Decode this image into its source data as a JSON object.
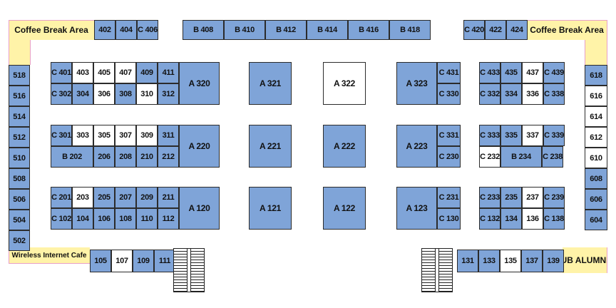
{
  "colors": {
    "booth_reserved": "#7fa4d8",
    "booth_open": "#ffffff",
    "area_fill": "#fff3a8",
    "area_border": "#e8a0c8"
  },
  "areas": {
    "coffee_left": "Coffee Break Area",
    "coffee_right": "Coffee Break Area",
    "wifi": "Wireless Internet Cafe",
    "alumni": "UB ALUMNI"
  },
  "booths": {
    "b402": "402",
    "b404": "404",
    "c406": "C 406",
    "b408": "B 408",
    "b410": "B 410",
    "b412": "B 412",
    "b414": "B 414",
    "b416": "B 416",
    "b418": "B 418",
    "c420": "C 420",
    "b422": "422",
    "b424": "424",
    "b518": "518",
    "b516": "516",
    "b514": "514",
    "b512": "512",
    "b510": "510",
    "b508": "508",
    "b506": "506",
    "b504": "504",
    "b502": "502",
    "c401": "C 401",
    "b403": "403",
    "b405": "405",
    "b407": "407",
    "b409": "409",
    "b411": "411",
    "c302": "C 302",
    "b304": "304",
    "b306": "306",
    "b308": "308",
    "b310": "310",
    "b312": "312",
    "c301": "C 301",
    "b303": "303",
    "b305": "305",
    "b307": "307",
    "b309": "309",
    "b311": "311",
    "b202": "B 202",
    "b206": "206",
    "b208": "208",
    "b210": "210",
    "b212": "212",
    "c201": "C 201",
    "b203": "203",
    "b205": "205",
    "b207": "207",
    "b209": "209",
    "b211": "211",
    "c102": "C 102",
    "b104": "104",
    "b106": "106",
    "b108": "108",
    "b110": "110",
    "b112": "112",
    "a320": "A 320",
    "a220": "A 220",
    "a120": "A 120",
    "a321": "A 321",
    "a221": "A 221",
    "a121": "A 121",
    "a322": "A 322",
    "a222": "A 222",
    "a122": "A 122",
    "a323": "A 323",
    "a223": "A 223",
    "a123": "A 123",
    "c431": "C 431",
    "c330": "C 330",
    "c331": "C 331",
    "c230": "C 230",
    "c231": "C 231",
    "c130": "C 130",
    "c433": "C 433",
    "b435": "435",
    "b437": "437",
    "c439": "C 439",
    "c332": "C 332",
    "b334": "334",
    "b336": "336",
    "c338": "C 338",
    "c333": "C 333",
    "b335": "335",
    "b337": "337",
    "c339": "C 339",
    "c232": "C 232",
    "b234": "B 234",
    "c238": "C 238",
    "c233": "C 233",
    "b235": "235",
    "b237": "237",
    "c239": "C 239",
    "c132": "C 132",
    "b134": "134",
    "b136": "136",
    "c138": "C 138",
    "b618": "618",
    "b616": "616",
    "b614": "614",
    "b612": "612",
    "b610": "610",
    "b608": "608",
    "b606": "606",
    "b604": "604",
    "b105": "105",
    "b107": "107",
    "b109": "109",
    "b111": "111",
    "b131": "131",
    "b133": "133",
    "b135": "135",
    "b137": "137",
    "b139": "139"
  }
}
